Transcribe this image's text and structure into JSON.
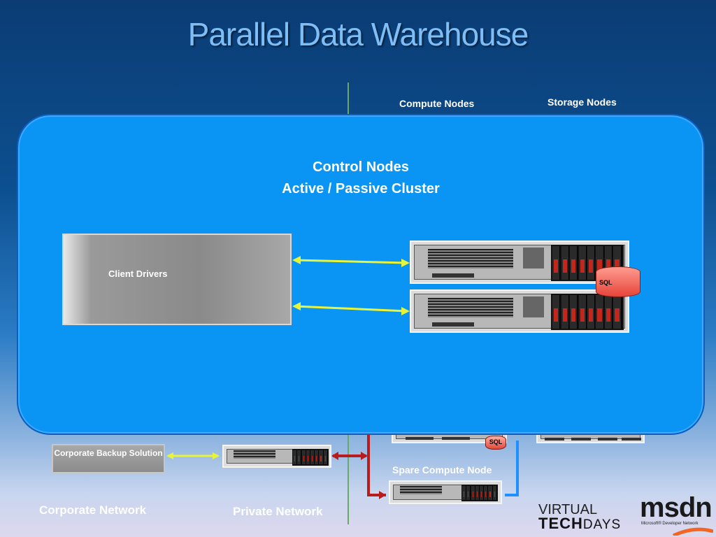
{
  "slide": {
    "title": "Parallel Data Warehouse"
  },
  "headers": {
    "compute_nodes": "Compute Nodes",
    "storage_nodes": "Storage Nodes"
  },
  "panel": {
    "title_line1": "Control Nodes",
    "title_line2": "Active / Passive Cluster",
    "client_drivers": "Client Drivers",
    "sql_label": "SQL"
  },
  "bottom": {
    "corporate_backup": "Corporate Backup Solution",
    "spare_compute_node": "Spare  Compute Node",
    "sql_label": "SQL",
    "corporate_network": "Corporate Network",
    "private_network": "Private Network"
  },
  "logos": {
    "virtual": "VIRTUAL",
    "tech": "TECH",
    "days": "DAYS",
    "msdn": "msdn",
    "msdn_sub": "Microsoft® Developer Network"
  },
  "colors": {
    "panel_fill": "#0a95f5",
    "arrow_yellow": "#e8f43a",
    "link_red": "#b81d1d",
    "link_blue": "#1e90ff",
    "title_blue": "#7fbef5"
  }
}
